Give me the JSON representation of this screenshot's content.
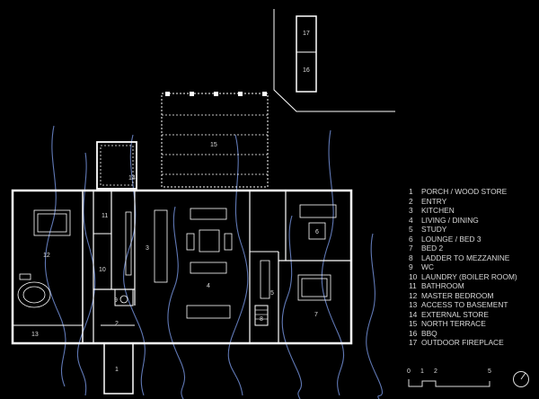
{
  "legend": [
    {
      "num": "1",
      "label": "PORCH / WOOD STORE"
    },
    {
      "num": "2",
      "label": "ENTRY"
    },
    {
      "num": "3",
      "label": "KITCHEN"
    },
    {
      "num": "4",
      "label": "LIVING / DINING"
    },
    {
      "num": "5",
      "label": "STUDY"
    },
    {
      "num": "6",
      "label": "LOUNGE / BED 3"
    },
    {
      "num": "7",
      "label": "BED 2"
    },
    {
      "num": "8",
      "label": "LADDER TO MEZZANINE"
    },
    {
      "num": "9",
      "label": "WC"
    },
    {
      "num": "10",
      "label": "LAUNDRY (BOILER ROOM)"
    },
    {
      "num": "11",
      "label": "BATHROOM"
    },
    {
      "num": "12",
      "label": "MASTER BEDROOM"
    },
    {
      "num": "13",
      "label": "ACCESS TO BASEMENT"
    },
    {
      "num": "14",
      "label": "EXTERNAL STORE"
    },
    {
      "num": "15",
      "label": "NORTH TERRACE"
    },
    {
      "num": "16",
      "label": "BBQ"
    },
    {
      "num": "17",
      "label": "OUTDOOR FIREPLACE"
    }
  ],
  "rooms": {
    "r1": "1",
    "r2": "2",
    "r3": "3",
    "r4": "4",
    "r5": "5",
    "r6": "6",
    "r7": "7",
    "r8": "8",
    "r9": "9",
    "r10": "10",
    "r11": "11",
    "r12": "12",
    "r13": "13",
    "r14": "14",
    "r15": "15",
    "r16": "16",
    "r17": "17"
  },
  "scale_bar": {
    "t0": "0",
    "t1": "1",
    "t2": "2",
    "t5": "5"
  },
  "colors": {
    "background": "#000000",
    "walls": "#ffffff",
    "trees": "#6b86c9"
  },
  "icons": {
    "north": "north-arrow-icon"
  }
}
